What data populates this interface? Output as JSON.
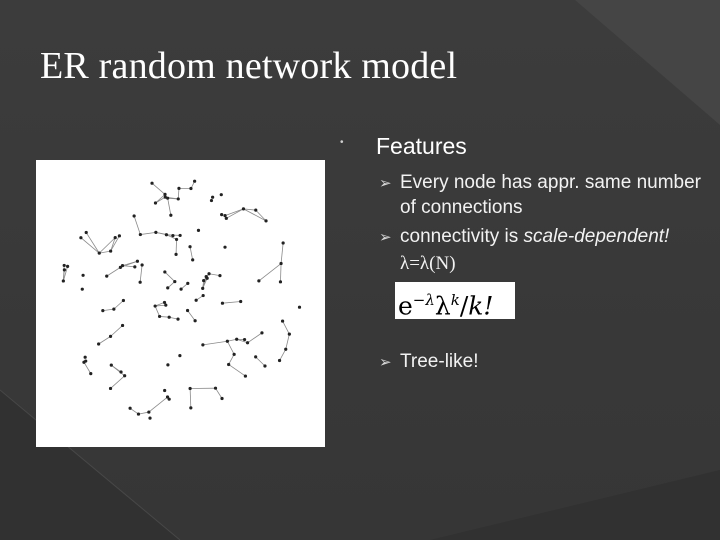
{
  "slide": {
    "title": "ER random network model",
    "heading": "Features",
    "bullets": [
      {
        "text": "Every node has appr. same number of connections"
      },
      {
        "text_prefix": "connectivity is ",
        "text_emph": "scale-dependent!",
        "formula": "λ=λ(N)"
      },
      {
        "text": "Tree-like!"
      }
    ],
    "formula_image": {
      "base": "e",
      "exponent": "−λ",
      "lambda": "λ",
      "power": "k",
      "denominator": "k!"
    },
    "icons": {
      "level1": "bullet-dot-icon",
      "level2": "arrow-icon"
    },
    "colors": {
      "background": "#3a3a3a",
      "text": "#ffffff",
      "panel": "#ffffff"
    }
  }
}
